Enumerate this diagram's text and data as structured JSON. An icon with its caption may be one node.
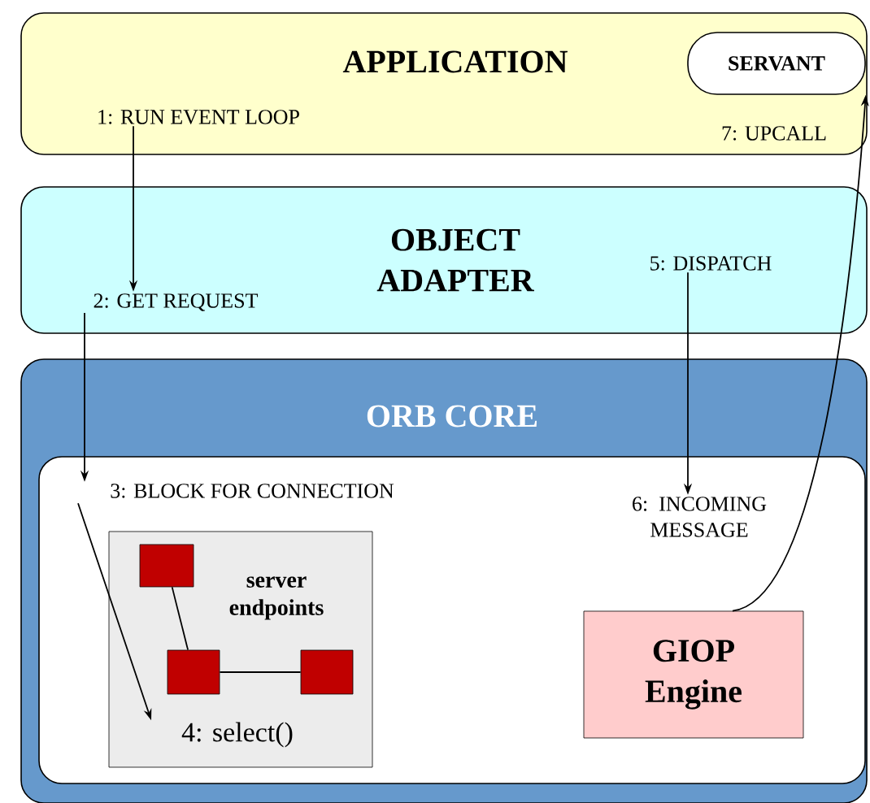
{
  "diagram": {
    "nodes": [
      {
        "text": [
          "APPLICATION"
        ]
      },
      {
        "text": [
          "SERVANT"
        ],
        "in": 0
      },
      {
        "text": [
          "1: RUN EVENT LOOP"
        ],
        "in": 0
      },
      {
        "text": [
          "OBJECT ADAPTER"
        ]
      },
      {
        "text": [
          "2: GET REQUEST"
        ],
        "in": 3
      },
      {
        "text": [
          "5: DISPATCH"
        ],
        "in": 3
      },
      {
        "text": [
          "ORB CORE"
        ]
      },
      {
        "text": [],
        "shape": "box",
        "in": 6
      },
      {
        "text": [
          "3: BLOCK FOR CONNECTION"
        ],
        "in": 7
      },
      {
        "text": [
          "server endpoints"
        ],
        "in": 7
      },
      {
        "text": [
          "4: select()"
        ],
        "in": 9
      },
      {
        "text": [],
        "shape": "box",
        "in": 9
      },
      {
        "text": [],
        "shape": "box",
        "in": 9
      },
      {
        "text": [],
        "shape": "box",
        "in": 9
      },
      {
        "text": [
          "6: INCOMING MESSAGE"
        ],
        "in": 7
      },
      {
        "text": [
          "GIOP Engine"
        ],
        "in": 7
      }
    ],
    "edges": [
      {
        "from": 2,
        "to": 4,
        "arrow": "to"
      },
      {
        "from": 4,
        "to": 8,
        "arrow": "to"
      },
      {
        "from": 8,
        "to": 10,
        "arrow": "to"
      },
      {
        "from": 5,
        "to": 14,
        "arrow": "to"
      },
      {
        "from": 15,
        "to": 1,
        "arrow": "to",
        "label": "7: UPCALL"
      },
      {
        "from": 11,
        "to": 12,
        "arrow": "none"
      },
      {
        "from": 12,
        "to": 13,
        "arrow": "none"
      }
    ]
  }
}
